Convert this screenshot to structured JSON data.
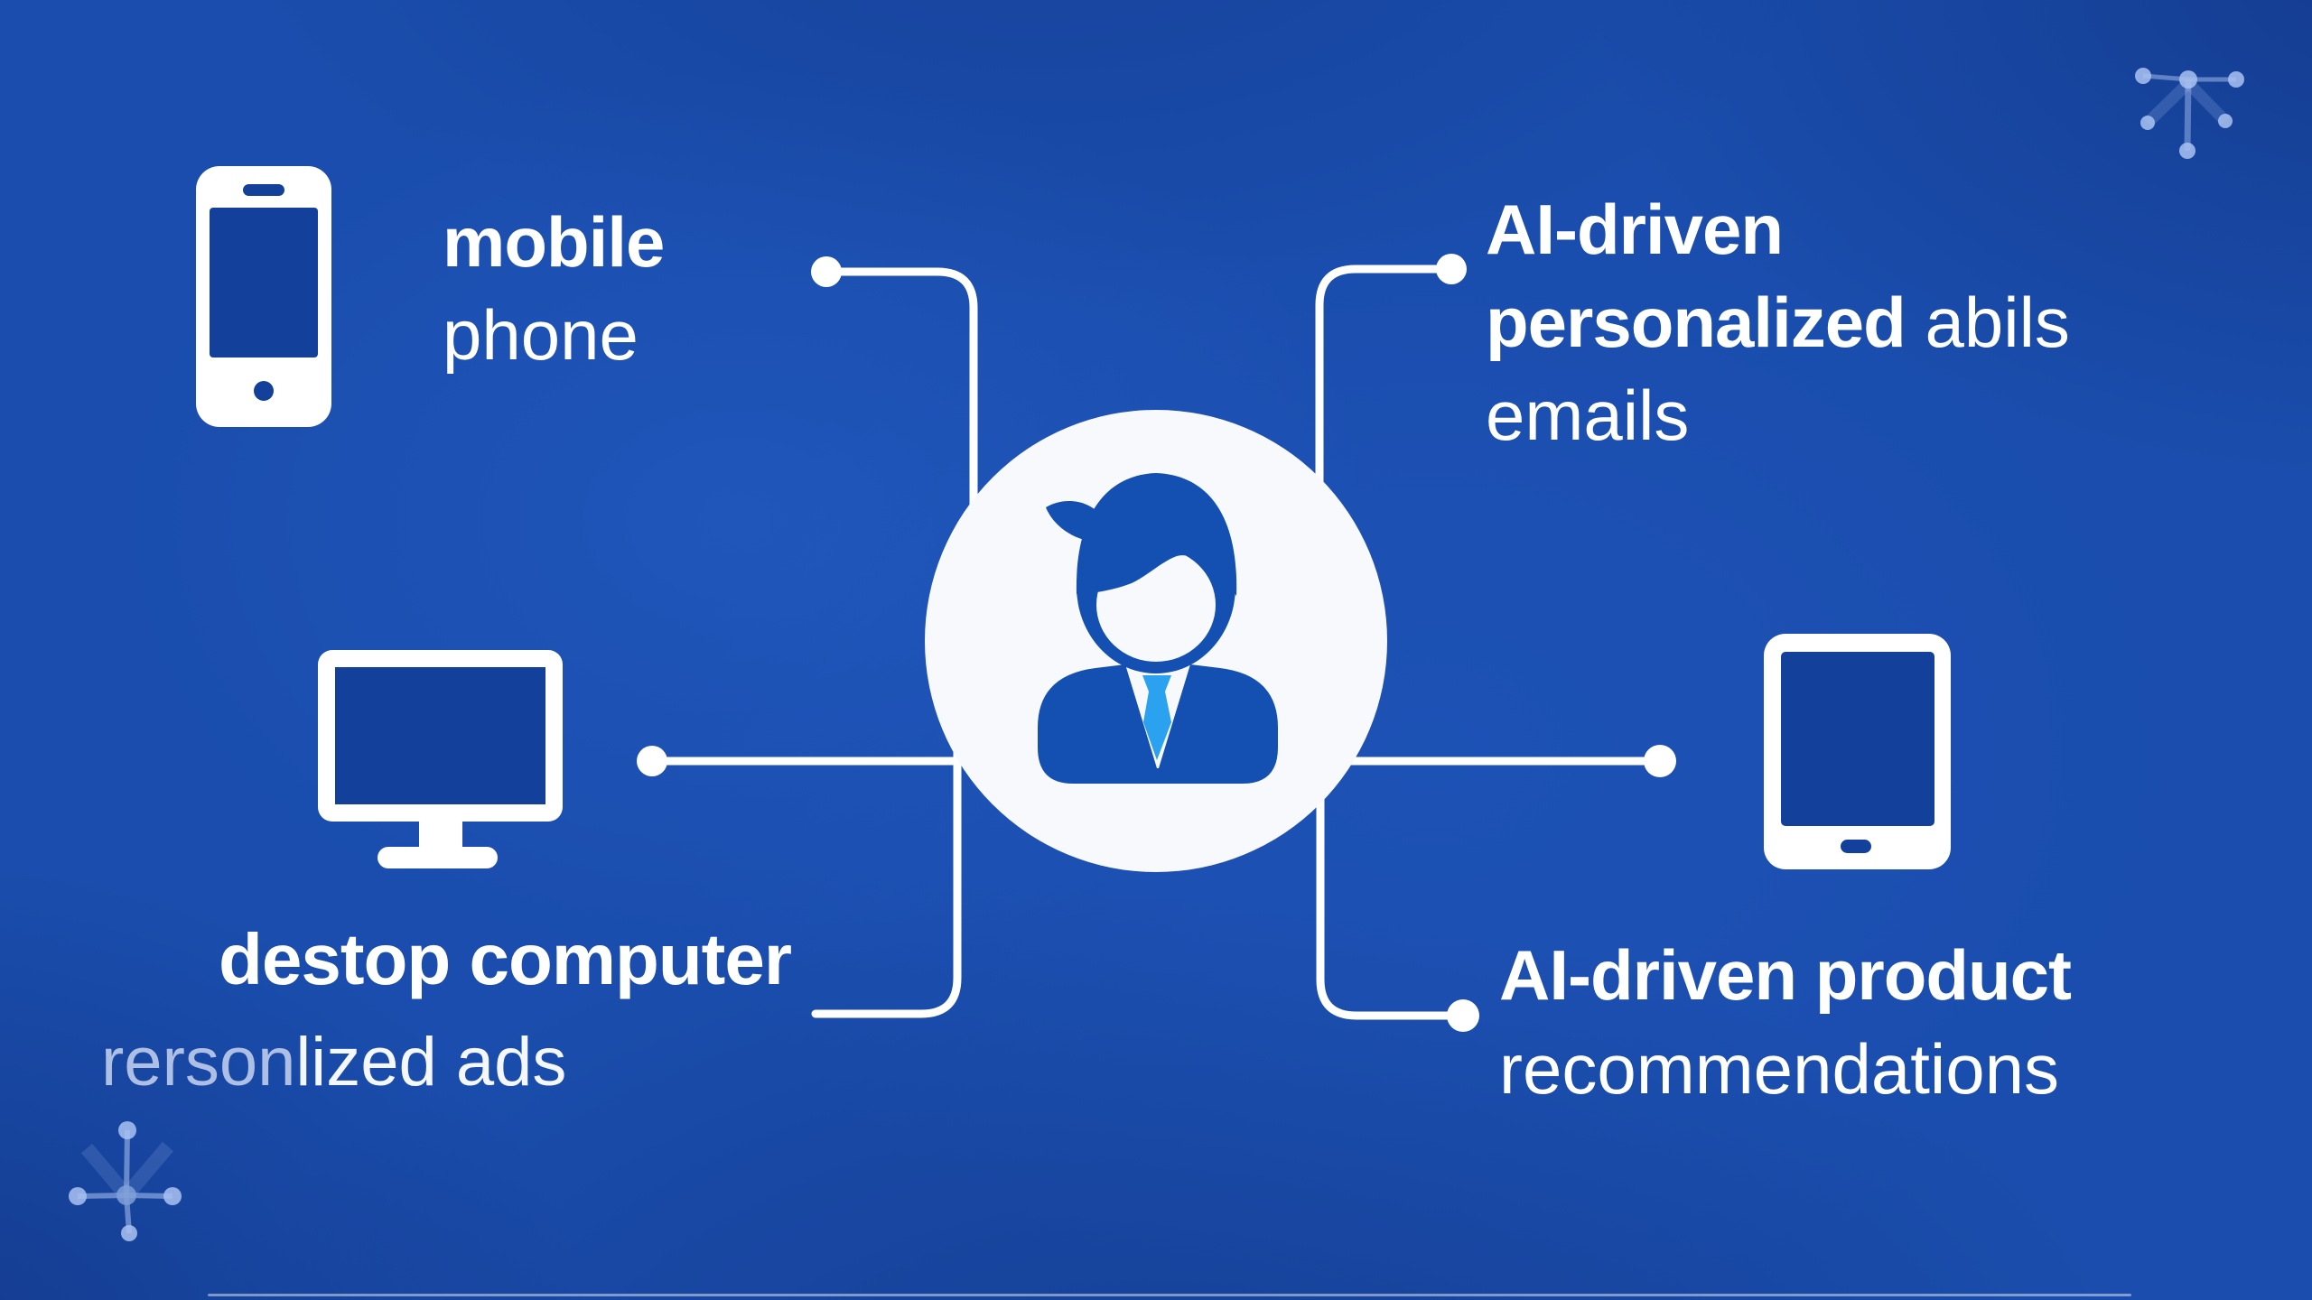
{
  "labels": {
    "mobile_line1": "mobile",
    "mobile_line2": "phone",
    "emails_line1": "AI-driven",
    "emails_line2_bold": "personalized",
    "emails_line2_regular": " abils",
    "emails_line3": "emails",
    "desktop_title": "destop computer",
    "desktop_sub_dim": "rerson",
    "desktop_sub_bright": "lized ads",
    "reco_line1": "AI-driven product",
    "reco_line2": "recommendations"
  },
  "icons": {
    "center": "user-icon",
    "top_left": "mobile-phone-icon",
    "middle_left": "desktop-computer-icon",
    "middle_right": "tablet-icon",
    "decor_top_right": "network-nodes-icon",
    "decor_bottom_left": "network-nodes-icon"
  },
  "colors": {
    "background": "#1a4dad",
    "foreground": "#ffffff",
    "person_blue": "#1450b2",
    "tie_blue": "#2aa2ef",
    "device_screen_blue": "#12409a",
    "circle_fill": "#f7f9fc",
    "decor_node_blue": "#a9c2f2"
  }
}
